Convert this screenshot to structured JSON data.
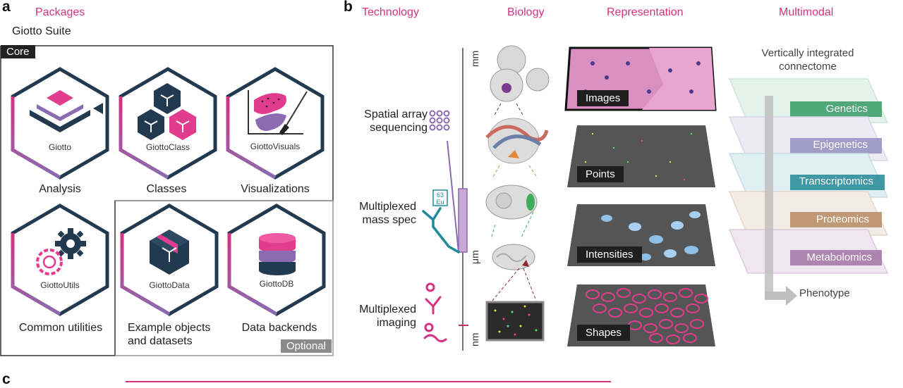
{
  "panel_a": {
    "letter": "a",
    "header": "Packages",
    "suite": "Giotto Suite",
    "core_tag": "Core",
    "optional_tag": "Optional",
    "packages": [
      {
        "name": "Giotto",
        "caption": "Analysis"
      },
      {
        "name": "GiottoClass",
        "caption": "Classes"
      },
      {
        "name": "GiottoVisuals",
        "caption": "Visualizations"
      },
      {
        "name": "GiottoUtils",
        "caption": "Common utilities"
      },
      {
        "name": "GiottoData",
        "caption_line1": "Example objects",
        "caption_line2": "and datasets"
      },
      {
        "name": "GiottoDB",
        "caption": "Data backends"
      }
    ]
  },
  "panel_b": {
    "letter": "b",
    "headers": {
      "technology": "Technology",
      "biology": "Biology",
      "representation": "Representation",
      "multimodal": "Multimodal"
    },
    "technologies": [
      {
        "line1": "Spatial array",
        "line2": "sequencing"
      },
      {
        "line1": "Multiplexed",
        "line2": "mass spec"
      },
      {
        "line1": "Multiplexed",
        "line2": "imaging"
      }
    ],
    "eu_badge": {
      "mass": "63",
      "symbol": "Eu"
    },
    "scale": {
      "top": "mm",
      "mid": "μm",
      "bottom": "nm"
    },
    "representations": [
      "Images",
      "Points",
      "Intensities",
      "Shapes"
    ],
    "multimodal": {
      "title_line1": "Vertically integrated",
      "title_line2": "connectome",
      "layers": [
        "Genetics",
        "Epigenetics",
        "Transcriptomics",
        "Proteomics",
        "Metabolomics"
      ],
      "output": "Phenotype"
    }
  },
  "panel_c": {
    "letter": "c"
  },
  "colors": {
    "pink": "#d6317f",
    "purple": "#8b6bb1",
    "navy": "#223a4f",
    "teal": "#1f8a9a",
    "grey": "#8a8a8a"
  }
}
